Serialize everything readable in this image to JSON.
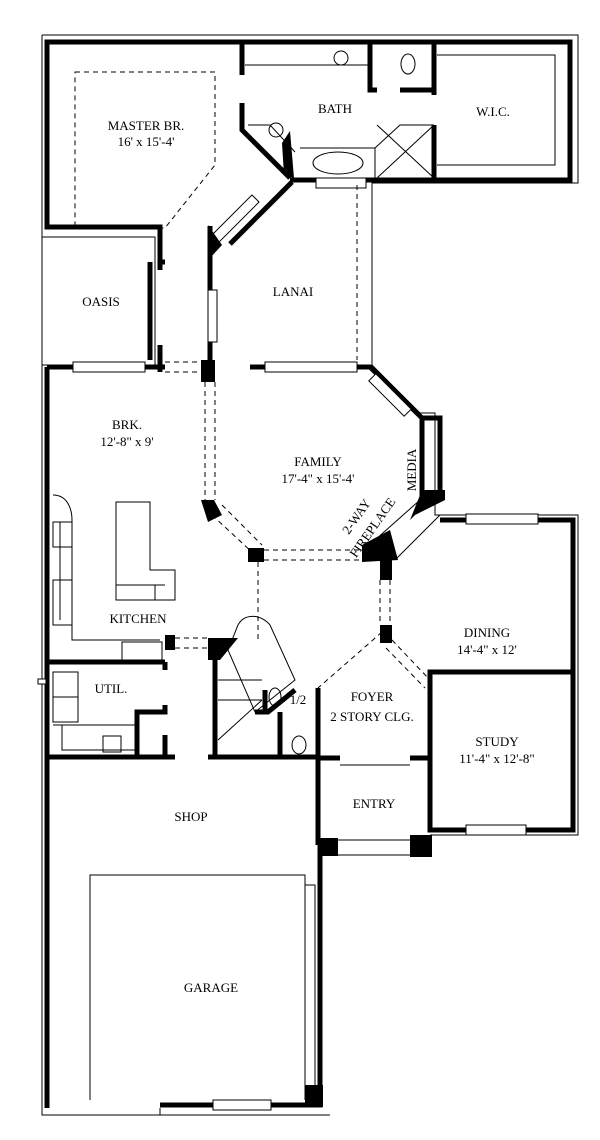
{
  "rooms": {
    "master": {
      "name": "MASTER BR.",
      "size": "16' x 15'-4'"
    },
    "bath": {
      "name": "BATH"
    },
    "wic": {
      "name": "W.I.C."
    },
    "lanai": {
      "name": "LANAI"
    },
    "oasis": {
      "name": "OASIS"
    },
    "brk": {
      "name": "BRK.",
      "size": "12'-8\" x 9'"
    },
    "family": {
      "name": "FAMILY",
      "size": "17'-4\" x 15'-4'"
    },
    "media": {
      "name": "MEDIA"
    },
    "fireplace": {
      "line1": "2-WAY",
      "line2": "FIREPLACE"
    },
    "kitchen": {
      "name": "KITCHEN"
    },
    "dining": {
      "name": "DINING",
      "size": "14'-4\" x 12'"
    },
    "util": {
      "name": "UTIL."
    },
    "half_bath": {
      "name": "1/2"
    },
    "foyer": {
      "name": "FOYER",
      "size": "2 STORY CLG."
    },
    "study": {
      "name": "STUDY",
      "size": "11'-4\" x 12'-8\""
    },
    "entry": {
      "name": "ENTRY"
    },
    "shop": {
      "name": "SHOP"
    },
    "garage": {
      "name": "GARAGE"
    }
  }
}
